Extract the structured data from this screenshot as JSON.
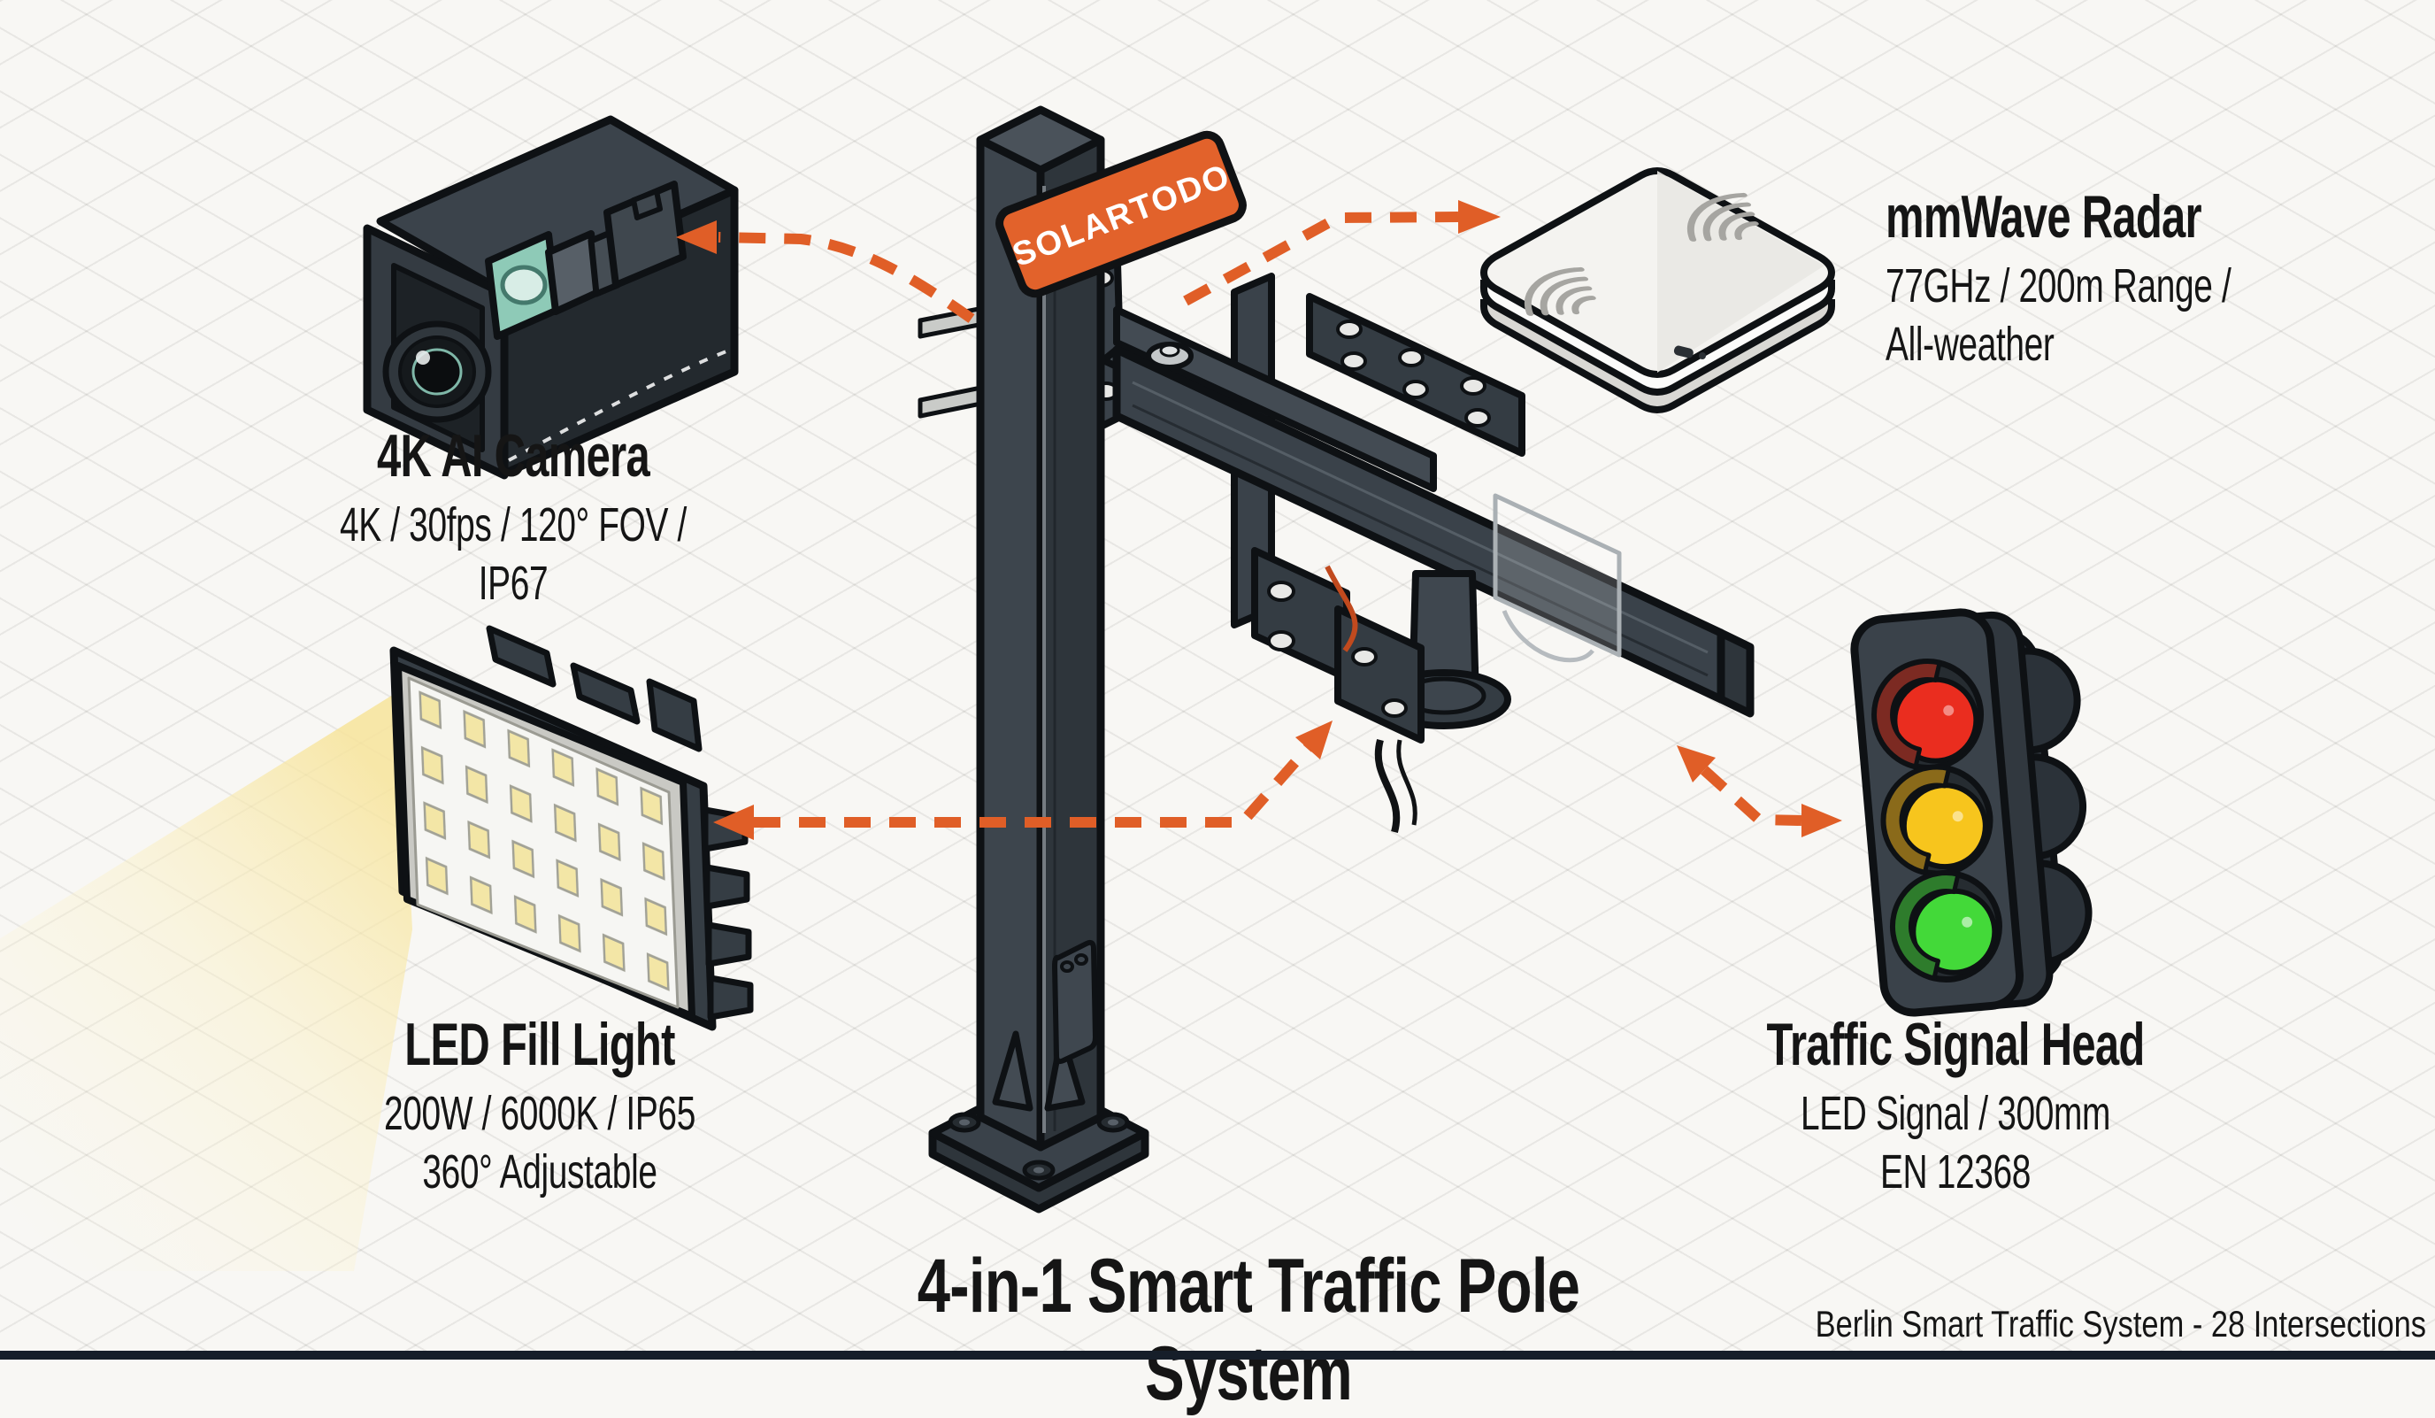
{
  "diagram_title": "4-in-1 Smart Traffic Pole System",
  "footer_note": "Berlin Smart Traffic System - 28 Intersections",
  "brand_plate": {
    "label": "SOLARTODO",
    "bg": "#e2622b",
    "text_color": "#ffffff"
  },
  "components": {
    "camera": {
      "title": "4K AI Camera",
      "specs": [
        "4K / 30fps / 120° FOV / IP67"
      ]
    },
    "radar": {
      "title": "mmWave Radar",
      "specs": [
        "77GHz / 200m Range /",
        "All-weather"
      ]
    },
    "led_light": {
      "title": "LED Fill Light",
      "specs": [
        "200W / 6000K / IP65",
        "360° Adjustable"
      ]
    },
    "signal": {
      "title": "Traffic Signal Head",
      "specs": [
        "LED Signal / 300mm",
        "EN 12368"
      ]
    }
  },
  "colors": {
    "accent_orange": "#e05e27",
    "outline": "#0e1114",
    "pole_body": "#3a424a",
    "pole_shadow": "#2e353b",
    "pole_light": "#4a525a",
    "signal_red": "#ea2d1f",
    "signal_amber": "#f7c51d",
    "signal_green": "#43d939",
    "radar_shell": "#f3f2ef",
    "led_glow": "#f9e7a4",
    "background": "#f8f7f4",
    "grid_line": "#e9e7e3",
    "bottom_bar": "#161e29",
    "text": "#151515"
  }
}
